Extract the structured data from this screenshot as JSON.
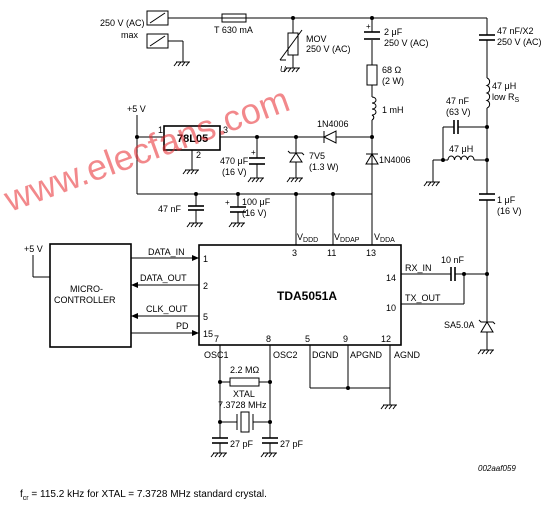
{
  "mains": {
    "label": "250 V (AC)",
    "sub": "max"
  },
  "fuse": {
    "label": "T 630 mA"
  },
  "mov": {
    "label": "MOV",
    "value": "250 V (AC)",
    "mark": "U"
  },
  "cap_2u": {
    "value": "2 μF",
    "rating": "250 V (AC)"
  },
  "res_68": {
    "value": "68 Ω",
    "rating": "(2 W)"
  },
  "ind_1m": {
    "value": "1 mH"
  },
  "cap_47n_x2": {
    "value": "47 nF/X2",
    "rating": "250 V (AC)"
  },
  "ind_47u_a": {
    "value": "47 μH",
    "note": "low R",
    "note_sub": "S"
  },
  "cap_47n_63": {
    "value": "47 nF",
    "rating": "(63 V)"
  },
  "ind_47u_b": {
    "value": "47 μH"
  },
  "cap_1u": {
    "value": "1 μF",
    "rating": "(16 V)"
  },
  "diode_1": {
    "label": "1N4006"
  },
  "diode_2": {
    "label": "1N4006"
  },
  "zener": {
    "label": "7V5",
    "rating": "(1.3 W)"
  },
  "cap_470": {
    "value": "470 μF",
    "rating": "(16 V)"
  },
  "regulator": {
    "label": "78L05",
    "pin_in": "3",
    "pin_out": "1",
    "pin_gnd": "2"
  },
  "supply": {
    "label": "+5 V",
    "label_mcu": "+5 V"
  },
  "cap_47n_b": {
    "value": "47 nF"
  },
  "cap_100u": {
    "value": "100 μF",
    "rating": "(16 V)"
  },
  "mcu": {
    "line1": "MICRO-",
    "line2": "CONTROLLER"
  },
  "chip": {
    "name": "TDA5051A",
    "pins": {
      "data_in": {
        "label": "DATA_IN",
        "num": "1"
      },
      "data_out": {
        "label": "DATA_OUT",
        "num": "2"
      },
      "clk_out": {
        "label": "CLK_OUT",
        "num": "5"
      },
      "pd": {
        "label": "PD",
        "num": "15"
      },
      "vddd": {
        "label": "V",
        "sub": "DDD",
        "num": "3"
      },
      "vddap": {
        "label": "V",
        "sub": "DDAP",
        "num": "11"
      },
      "vdda": {
        "label": "V",
        "sub": "DDA",
        "num": "13"
      },
      "rx_in": {
        "label": "RX_IN",
        "num": "14"
      },
      "tx_out": {
        "label": "TX_OUT",
        "num": "10"
      },
      "osc1": {
        "label": "OSC1",
        "num": "7"
      },
      "osc2": {
        "label": "OSC2",
        "num": "8"
      },
      "dgnd": {
        "label": "DGND",
        "num": "5"
      },
      "apgnd": {
        "label": "APGND",
        "num": "9"
      },
      "agnd": {
        "label": "AGND",
        "num": "12"
      }
    }
  },
  "cap_10n": {
    "value": "10 nF"
  },
  "tvs": {
    "label": "SA5.0A"
  },
  "res_osc": {
    "value": "2.2 MΩ"
  },
  "xtal": {
    "label": "XTAL",
    "value": "7.3728 MHz"
  },
  "cap_27_a": {
    "value": "27 pF"
  },
  "cap_27_b": {
    "value": "27 pF"
  },
  "ref": {
    "label": "002aaf059"
  },
  "footer": {
    "sym": "f",
    "sub": "cr",
    "text": " = 115.2 kHz for XTAL = 7.3728 MHz standard crystal."
  },
  "watermark": {
    "text": "www.elecfans.com"
  }
}
